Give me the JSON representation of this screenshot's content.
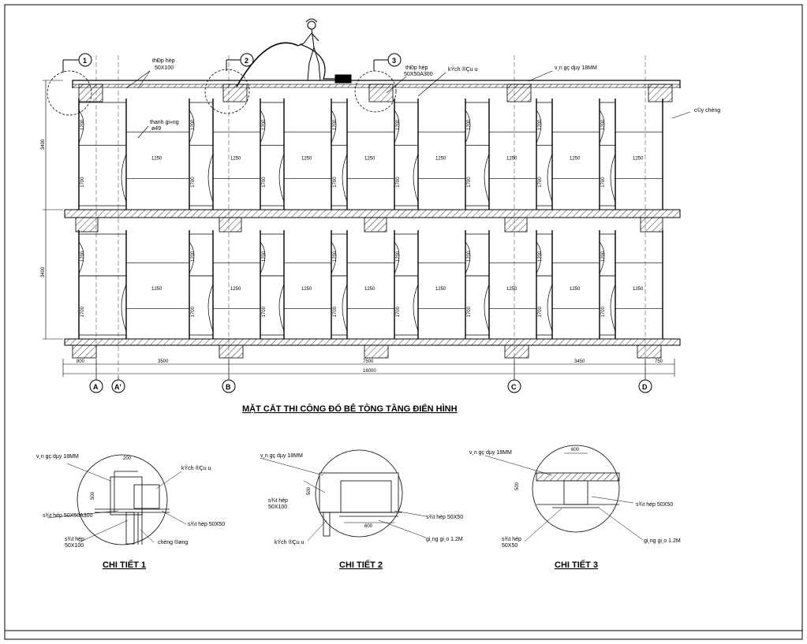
{
  "main_title": "MẶT CẮT THI CÔNG ĐỔ BÊ TÔNG TẦNG ĐIỂN HÌNH",
  "callouts": [
    "1",
    "2",
    "3"
  ],
  "axes": [
    "A",
    "A'",
    "B",
    "C",
    "D"
  ],
  "dims_bottom": [
    "800",
    "3500",
    "7500",
    "3450",
    "750"
  ],
  "dim_total": "16000",
  "dim_height": [
    "3400",
    "3400"
  ],
  "panel_dims": {
    "w": "1250",
    "h1": "1200",
    "h2": "1700"
  },
  "labels": {
    "thep_hop_1": "thÐp hép",
    "thep_hop_1b": "50X100",
    "thanh_giang": "thanh gi»ng",
    "thanh_giang_b": "ø49",
    "thep_hop_3": "thÐp hép",
    "thep_hop_3b": "50X50A300",
    "kich_dau_u": "kÝch ®Çu u",
    "van_go": "v¸n gç dµy 18MM",
    "cay_chong": "c©y chèng"
  },
  "details": [
    {
      "title": "CHI TIẾT 1",
      "labels": [
        "v¸n gç dµy 18MM",
        "200",
        "kÝch ®Çu u",
        "500",
        "s¾t hép 50X50A300",
        "s¾t hép 50X50",
        "s¾t hép",
        "50X100",
        "chèng ®øng"
      ]
    },
    {
      "title": "CHI TIẾT 2",
      "labels": [
        "v¸n gç dµy 18MM",
        "500",
        "s¾t hép",
        "50X100",
        "s¾t hép 50X50",
        "600",
        "kÝch ®Çu u",
        "gi¸ng gi¸o 1.2M"
      ]
    },
    {
      "title": "CHI TIẾT 3",
      "labels": [
        "v¸n gç dµy 18MM",
        "600",
        "500",
        "s¾t hép 50X50",
        "s¾t hép",
        "50X50",
        "gi¸ng gi¸o 1.2M"
      ]
    }
  ]
}
